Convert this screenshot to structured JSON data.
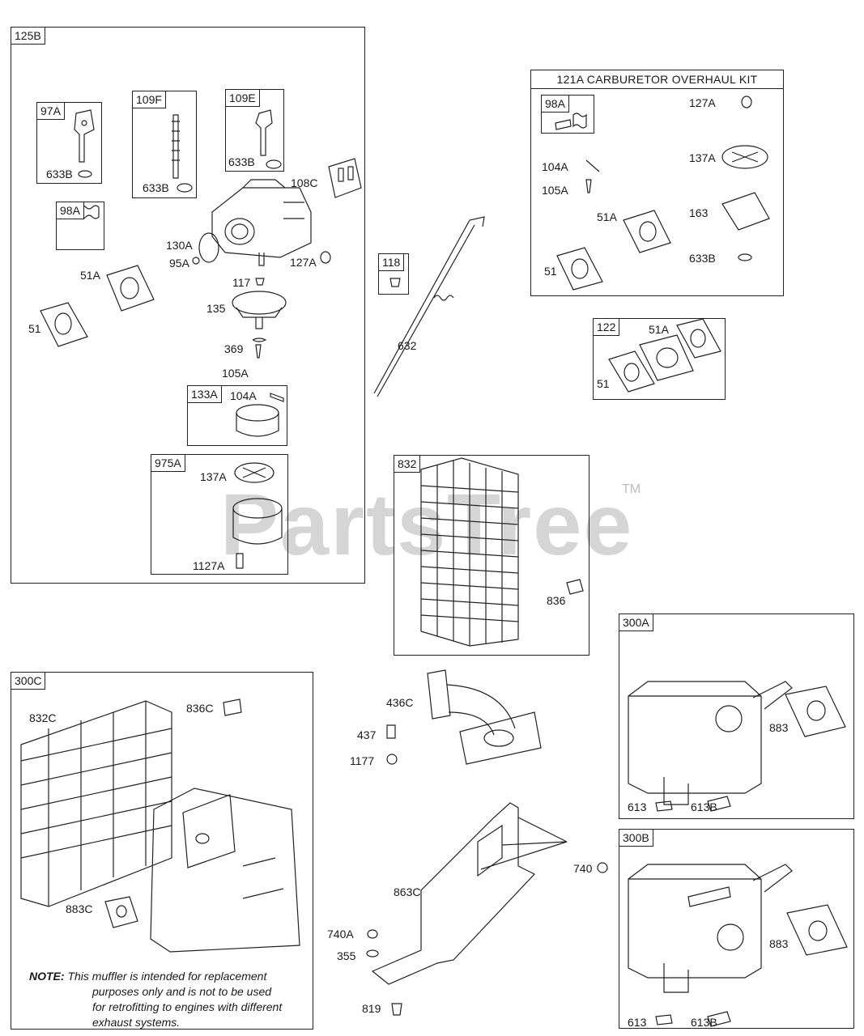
{
  "watermark": {
    "text": "PartsTree",
    "tm": "TM"
  },
  "boxes": {
    "b125B": "125B",
    "b97A": "97A",
    "b109F": "109F",
    "b109E": "109E",
    "b98A": "98A",
    "b133A": "133A",
    "b975A": "975A",
    "b118": "118",
    "b121A": "121A CARBURETOR OVERHAUL KIT",
    "b98A_kit": "98A",
    "b122": "122",
    "b832": "832",
    "b300A": "300A",
    "b300B": "300B",
    "b300C": "300C"
  },
  "labels": {
    "l633B_a": "633B",
    "l633B_b": "633B",
    "l633B_c": "633B",
    "l108C": "108C",
    "l130A": "130A",
    "l95A": "95A",
    "l127A": "127A",
    "l51A": "51A",
    "l51": "51",
    "l117": "117",
    "l135": "135",
    "l369": "369",
    "l105A": "105A",
    "l104A": "104A",
    "l137A": "137A",
    "l1127A": "1127A",
    "l632": "632",
    "k127A": "127A",
    "k104A": "104A",
    "k105A": "105A",
    "k137A": "137A",
    "k51A": "51A",
    "k163": "163",
    "k51": "51",
    "k633B": "633B",
    "r51A": "51A",
    "r51": "51",
    "l836": "836",
    "a883": "883",
    "a613": "613",
    "a613B": "613B",
    "c832C": "832C",
    "c836C": "836C",
    "c883C": "883C",
    "m436C": "436C",
    "m437": "437",
    "m1177": "1177",
    "m740": "740",
    "m863C": "863C",
    "m740A": "740A",
    "m355": "355",
    "m819": "819",
    "p883": "883",
    "p613": "613",
    "p613B": "613B"
  },
  "note": {
    "prefix": "NOTE:",
    "line1": " This muffler is intended for replacement",
    "line2": "purposes only and is not to be used",
    "line3": "for retrofitting to engines with different",
    "line4": "exhaust systems."
  }
}
